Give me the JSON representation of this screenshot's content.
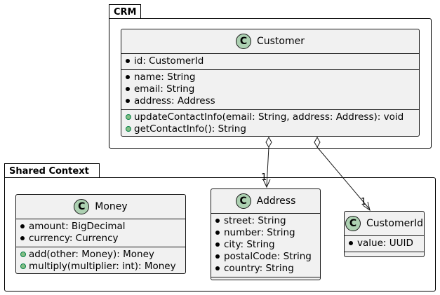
{
  "packages": {
    "crm": {
      "name": "CRM"
    },
    "shared": {
      "name": "Shared Context"
    }
  },
  "classes": {
    "customer": {
      "badge": "C",
      "name": "Customer",
      "id_fields": [
        {
          "vis": "private",
          "text": "id: CustomerId"
        }
      ],
      "fields": [
        {
          "vis": "private",
          "text": "name: String"
        },
        {
          "vis": "private",
          "text": "email: String"
        },
        {
          "vis": "private",
          "text": "address: Address"
        }
      ],
      "methods": [
        {
          "vis": "public",
          "text": "updateContactInfo(email: String, address: Address): void"
        },
        {
          "vis": "public",
          "text": "getContactInfo(): String"
        }
      ]
    },
    "money": {
      "badge": "C",
      "name": "Money",
      "fields": [
        {
          "vis": "private",
          "text": "amount: BigDecimal"
        },
        {
          "vis": "private",
          "text": "currency: Currency"
        }
      ],
      "methods": [
        {
          "vis": "public",
          "text": "add(other: Money): Money"
        },
        {
          "vis": "public",
          "text": "multiply(multiplier: int): Money"
        }
      ]
    },
    "address": {
      "badge": "C",
      "name": "Address",
      "fields": [
        {
          "vis": "private",
          "text": "street: String"
        },
        {
          "vis": "private",
          "text": "number: String"
        },
        {
          "vis": "private",
          "text": "city: String"
        },
        {
          "vis": "private",
          "text": "postalCode: String"
        },
        {
          "vis": "private",
          "text": "country: String"
        }
      ]
    },
    "customerid": {
      "badge": "C",
      "name": "CustomerId",
      "fields": [
        {
          "vis": "private",
          "text": "value: UUID"
        }
      ]
    }
  },
  "relations": [
    {
      "from": "Customer",
      "to": "Address",
      "type": "aggregation",
      "multiplicity": "1"
    },
    {
      "from": "Customer",
      "to": "CustomerId",
      "type": "aggregation",
      "multiplicity": "1"
    }
  ]
}
